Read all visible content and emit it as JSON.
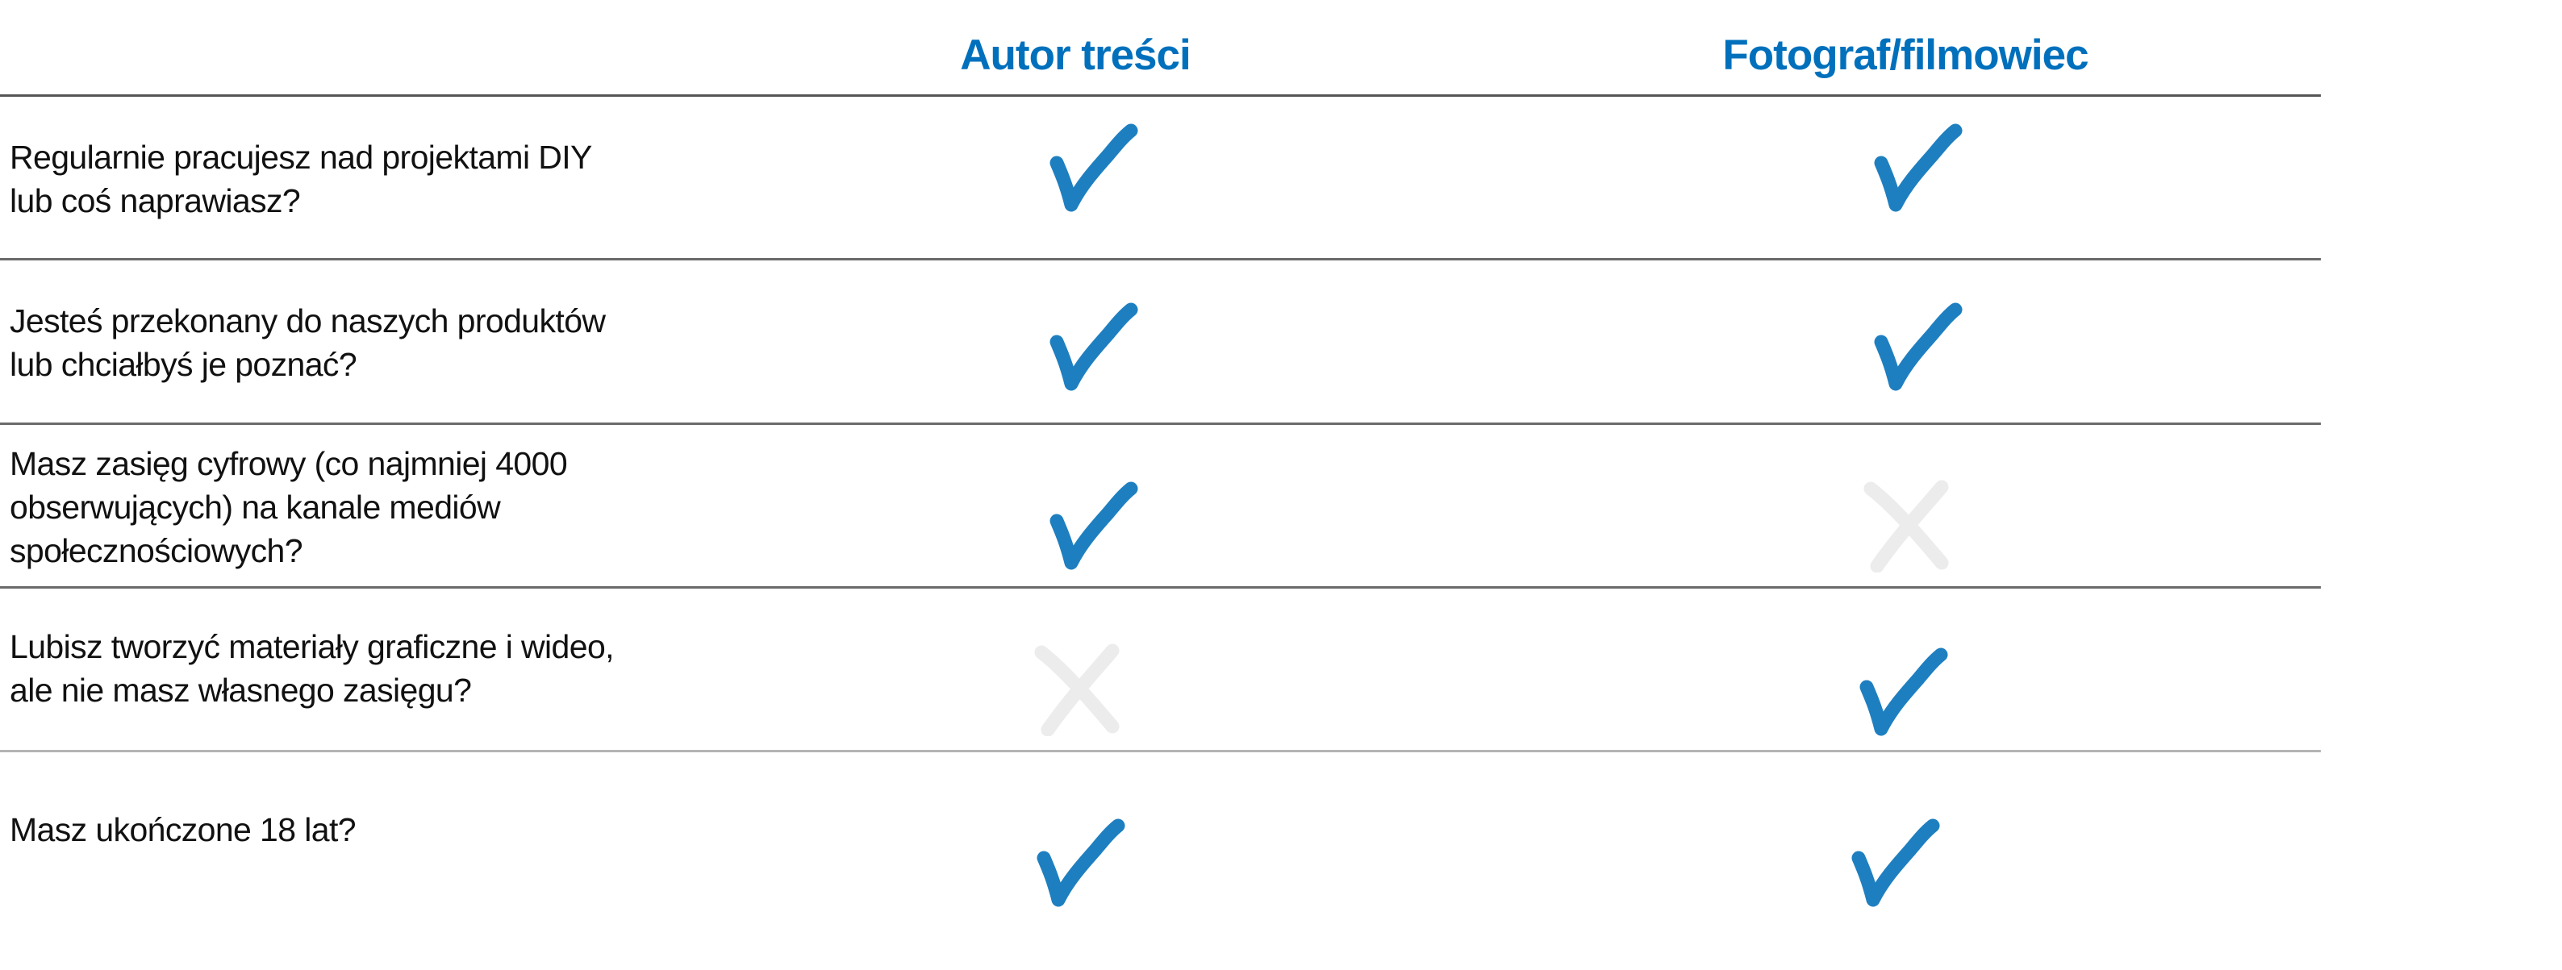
{
  "columns": [
    {
      "label": "Autor treści"
    },
    {
      "label": "Fotograf/filmowiec"
    }
  ],
  "rows": [
    {
      "question_lines": [
        "Regularnie pracujesz nad projektami DIY",
        "lub coś naprawiasz?"
      ],
      "values": [
        {
          "state": "check",
          "icon": "check-icon"
        },
        {
          "state": "check",
          "icon": "check-icon"
        }
      ]
    },
    {
      "question_lines": [
        "Jesteś przekonany do naszych produktów",
        "lub chciałbyś je poznać?"
      ],
      "values": [
        {
          "state": "check",
          "icon": "check-icon"
        },
        {
          "state": "check",
          "icon": "check-icon"
        }
      ]
    },
    {
      "question_lines": [
        "Masz zasięg cyfrowy (co najmniej 4000",
        "obserwujących) na kanale mediów",
        "społecznościowych?"
      ],
      "values": [
        {
          "state": "check",
          "icon": "check-icon"
        },
        {
          "state": "cross",
          "icon": "cross-icon"
        }
      ]
    },
    {
      "question_lines": [
        "Lubisz tworzyć materiały graficzne i wideo,",
        "ale nie masz własnego zasięgu?"
      ],
      "values": [
        {
          "state": "cross",
          "icon": "cross-icon"
        },
        {
          "state": "check",
          "icon": "check-icon"
        }
      ]
    },
    {
      "question_lines": [
        "Masz ukończone 18 lat?"
      ],
      "values": [
        {
          "state": "check",
          "icon": "check-icon"
        },
        {
          "state": "check",
          "icon": "check-icon"
        }
      ]
    }
  ],
  "colors": {
    "header_text": "#0070bc",
    "check": "#1e7fc0",
    "cross": "#ececec",
    "body_text": "#111111"
  }
}
